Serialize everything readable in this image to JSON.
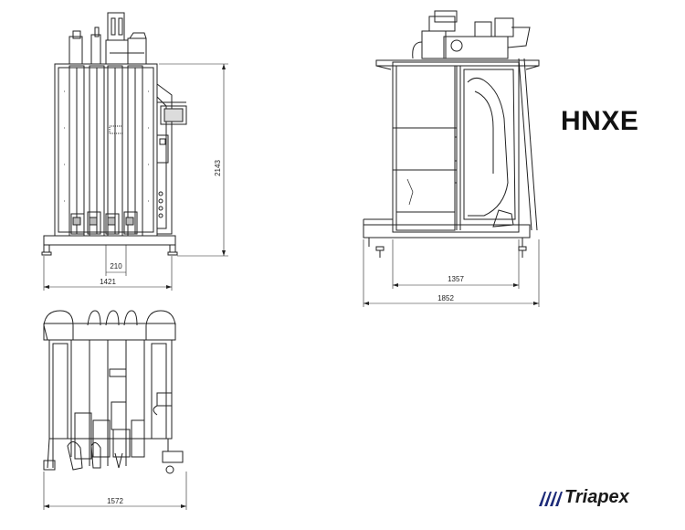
{
  "title": "HNXE",
  "brand": {
    "name": "Triapex",
    "accent": "#1c2a78"
  },
  "dimensions": {
    "front_height": "2143",
    "front_station_pitch": "210",
    "front_width": "1421",
    "side_frame_width": "1357",
    "side_total_width": "1852",
    "top_width": "1572"
  },
  "colors": {
    "line": "#222222",
    "background": "#ffffff"
  }
}
